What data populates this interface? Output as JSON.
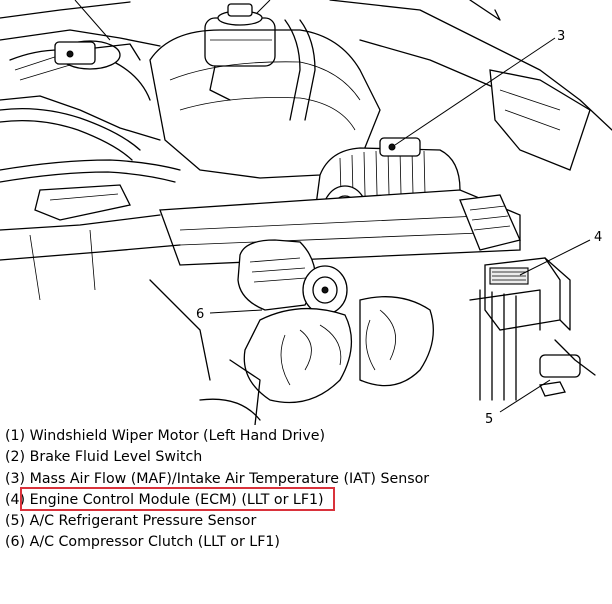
{
  "callouts": {
    "c3": "3",
    "c4": "4",
    "c5": "5",
    "c6": "6"
  },
  "legend": [
    {
      "number": "(1)",
      "text": "Windshield Wiper Motor (Left Hand Drive)"
    },
    {
      "number": "(2)",
      "text": "Brake Fluid Level Switch"
    },
    {
      "number": "(3)",
      "text": "Mass Air Flow (MAF)/Intake Air Temperature (IAT) Sensor"
    },
    {
      "number": "(4)",
      "text": "Engine Control Module (ECM) (LLT or LF1)"
    },
    {
      "number": "(5)",
      "text": "A/C Refrigerant Pressure Sensor"
    },
    {
      "number": "(6)",
      "text": "A/C Compressor Clutch (LLT or LF1)"
    }
  ],
  "highlight": {
    "item": 4,
    "color": "#d9323b"
  }
}
